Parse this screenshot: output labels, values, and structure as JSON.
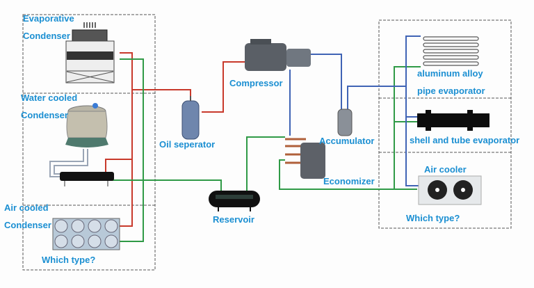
{
  "colors": {
    "label": "#1b8fd2",
    "discharge_pipe": "#c8392b",
    "liquid_pipe": "#2f9a46",
    "suction_pipe": "#3f63b5",
    "group_border": "#555555"
  },
  "condenser_group": {
    "evaporative": [
      "Evaporative",
      "Condenser"
    ],
    "water_cooled": [
      "Water cooled",
      "Condenser"
    ],
    "air_cooled": [
      "Air cooled",
      "Condenser"
    ],
    "question": "Which type?"
  },
  "components": {
    "oil_separator": "Oil seperator",
    "compressor": "Compressor",
    "reservoir": "Reservoir",
    "accumulator": "Accumulator",
    "economizer": "Economizer"
  },
  "evaporator_group": {
    "aluminum": [
      "aluminum alloy",
      "pipe evaporator"
    ],
    "shell_tube": "shell and tube evaporator",
    "air_cooler": "Air cooler",
    "question": "Which type?"
  }
}
